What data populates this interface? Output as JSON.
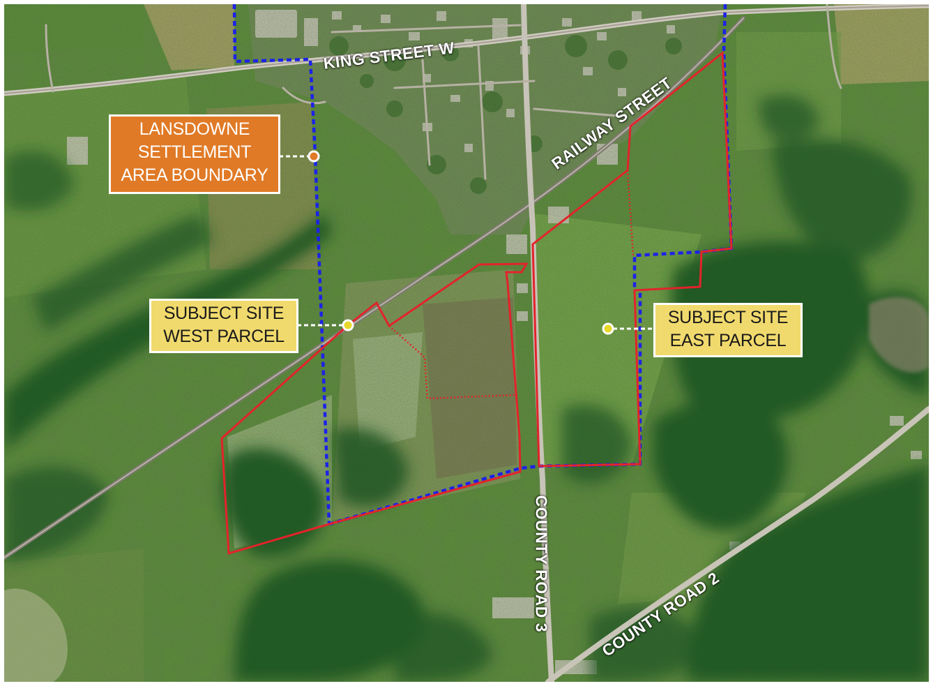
{
  "map": {
    "colors": {
      "settlement_boundary": "#1c22e8",
      "subject_site": "#e3232b",
      "callout_settlement": "#e07a26",
      "callout_site": "#f1da6d"
    },
    "roads": [
      {
        "key": "king_street_w",
        "label": "KING STREET W"
      },
      {
        "key": "railway_street",
        "label": "RAILWAY STREET"
      },
      {
        "key": "county_road_3",
        "label": "COUNTY ROAD 3"
      },
      {
        "key": "county_road_2",
        "label": "COUNTY ROAD 2"
      }
    ],
    "callouts": {
      "settlement": {
        "lines": [
          "LANSDOWNE",
          "SETTLEMENT",
          "AREA BOUNDARY"
        ]
      },
      "west": {
        "lines": [
          "SUBJECT SITE",
          "WEST PARCEL"
        ]
      },
      "east": {
        "lines": [
          "SUBJECT SITE",
          "EAST PARCEL"
        ]
      }
    }
  }
}
